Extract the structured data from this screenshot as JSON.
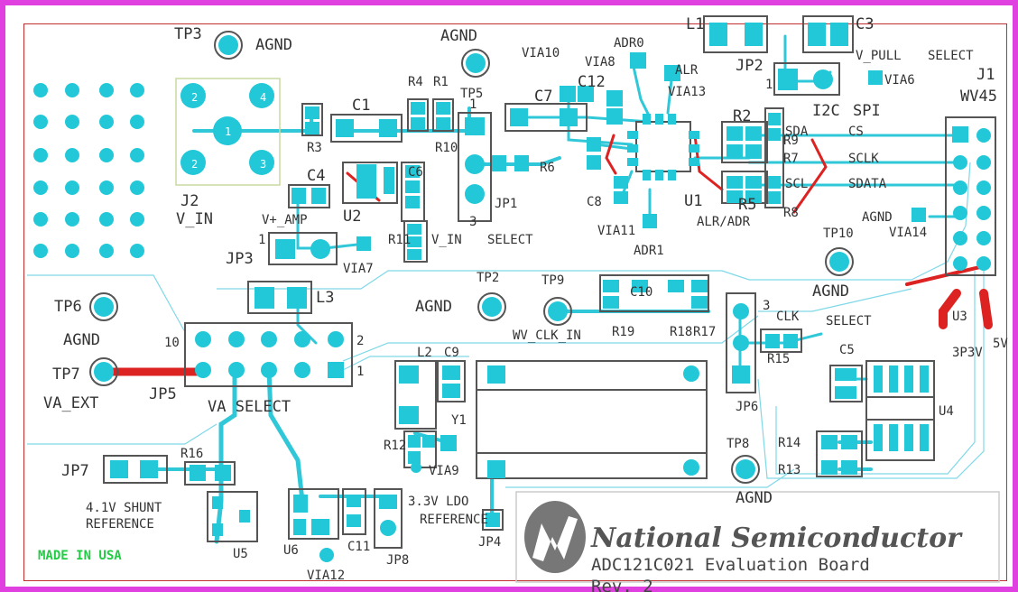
{
  "board": {
    "manufacturer": "National Semiconductor",
    "product": "ADC121C021 Evaluation Board",
    "revision": "Rev. 2",
    "made_in": "MADE IN USA"
  },
  "labels": {
    "tp3": "TP3",
    "agnd": "AGND",
    "tp5": "TP5",
    "via10": "VIA10",
    "adr0": "ADR0",
    "via8": "VIA8",
    "alr": "ALR",
    "via13": "VIA13",
    "l1": "L1",
    "c3": "C3",
    "v_pull": "V_PULL",
    "select": "SELECT",
    "jp2": "JP2",
    "j1": "J1",
    "wv45": "WV45",
    "via6": "VIA6",
    "i2c": "I2C",
    "spi": "SPI",
    "r4": "R4",
    "r1": "R1",
    "c1": "C1",
    "c7": "C7",
    "c12": "C12",
    "r3": "R3",
    "c4": "C4",
    "c6": "C6",
    "r10": "R10",
    "r6": "R6",
    "r2": "R2",
    "r5": "R5",
    "r8": "R8",
    "r7": "R7",
    "r9": "R9",
    "c8": "C8",
    "u1": "U1",
    "u2": "U2",
    "jp1": "JP1",
    "j2": "J2",
    "v_in": "V_IN",
    "v_amp": "V+_AMP",
    "r11": "R11",
    "via11": "VIA11",
    "adr1": "ADR1",
    "alr_adr": "ALR/ADR",
    "via14": "VIA14",
    "tp10": "TP10",
    "jp3": "JP3",
    "via7": "VIA7",
    "l3": "L3",
    "tp6": "TP6",
    "tp2": "TP2",
    "tp9": "TP9",
    "c10": "C10",
    "r19": "R19",
    "r18": "R18",
    "r17": "R17",
    "clk": "CLK",
    "wv_clk_in": "WV_CLK_IN",
    "tp7": "TP7",
    "va_ext": "VA_EXT",
    "jp5": "JP5",
    "va_select": "VA  SELECT",
    "l2": "L2",
    "c9": "C9",
    "y1": "Y1",
    "jp6": "JP6",
    "r15": "R15",
    "c5": "C5",
    "u3": "U3",
    "u4": "U4",
    "v3p3": "3P3V",
    "v5": "5V",
    "jp7": "JP7",
    "r16": "R16",
    "shunt_ref": "4.1V  SHUNT",
    "reference": "REFERENCE",
    "r12": "R12",
    "ldo_ref": "3.3V  LDO",
    "ldo_ref2": "REFERENCE",
    "via9": "VIA9",
    "tp8": "TP8",
    "r14": "R14",
    "r13": "R13",
    "jp4": "JP4",
    "u5": "U5",
    "u6": "U6",
    "c11": "C11",
    "jp8": "JP8",
    "via12": "VIA12",
    "sda": "SDA",
    "scl": "SCL",
    "cs": "CS",
    "sclk": "SCLK",
    "sdata": "SDATA",
    "n1": "1",
    "n2": "2",
    "n3": "3",
    "n10": "10",
    "n1b": "1",
    "n2b": "2",
    "n1c": "1",
    "n3c": "3"
  },
  "colors": {
    "copper": "#22c8d8",
    "trace": "#30c8d8",
    "frame": "#e040e0",
    "edge": "#c03030",
    "silk": "#333333",
    "jumper": "#dd2222",
    "made_in": "#22cc44"
  }
}
